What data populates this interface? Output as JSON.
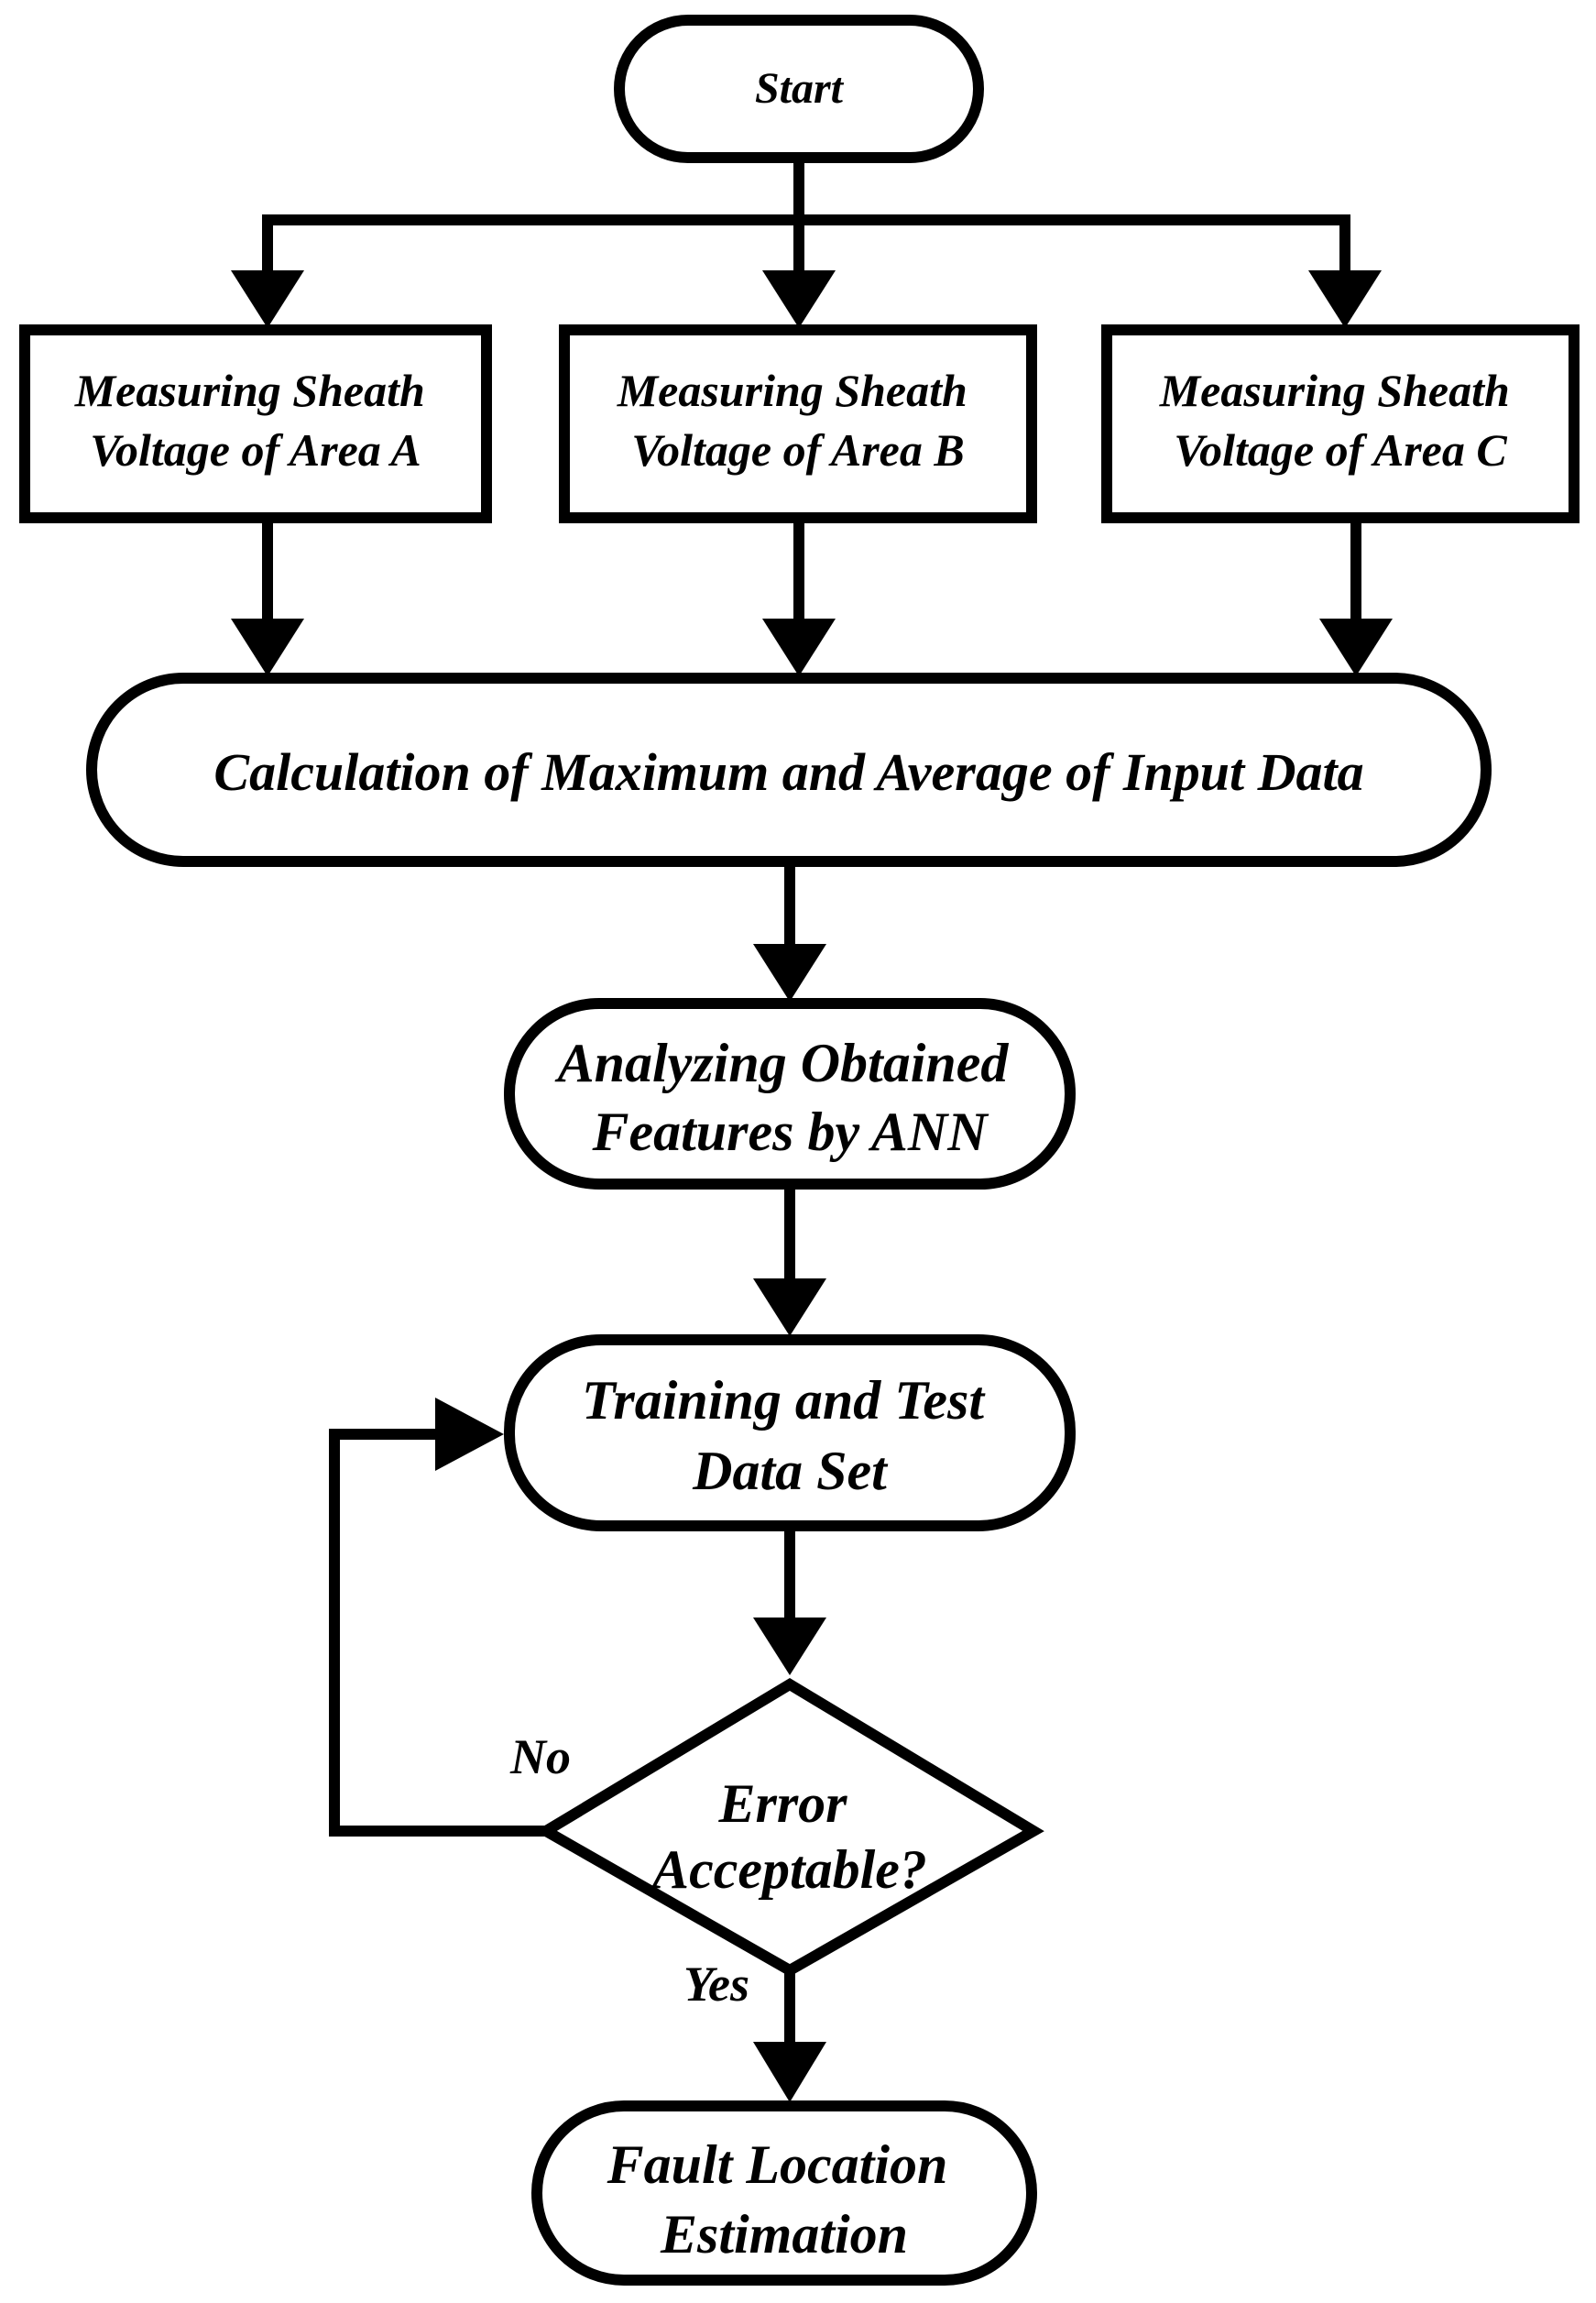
{
  "flowchart": {
    "start": "Start",
    "measure_a": [
      "Measuring Sheath",
      "Voltage of Area A"
    ],
    "measure_b": [
      "Measuring Sheath",
      "Voltage of Area B"
    ],
    "measure_c": [
      "Measuring Sheath",
      "Voltage of Area C"
    ],
    "calculation": "Calculation of Maximum and Average of Input Data",
    "analyzing": [
      "Analyzing Obtained",
      "Features by ANN"
    ],
    "training": [
      "Training and Test",
      "Data Set"
    ],
    "decision": [
      "Error",
      "Acceptable?"
    ],
    "branch_no": "No",
    "branch_yes": "Yes",
    "fault": [
      "Fault Location",
      "Estimation"
    ]
  }
}
